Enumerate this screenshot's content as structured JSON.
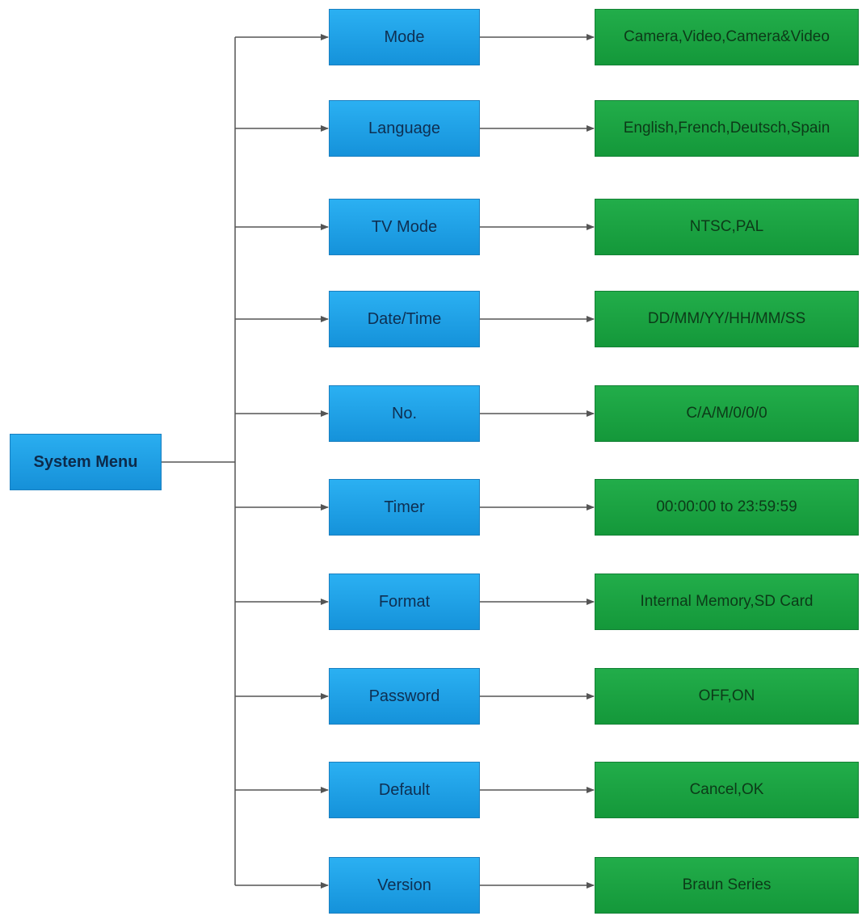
{
  "root": {
    "label": "System Menu"
  },
  "items": [
    {
      "label": "Mode",
      "value": "Camera,Video,Camera&Video"
    },
    {
      "label": "Language",
      "value": "English,French,Deutsch,Spain"
    },
    {
      "label": "TV Mode",
      "value": "NTSC,PAL"
    },
    {
      "label": "Date/Time",
      "value": "DD/MM/YY/HH/MM/SS"
    },
    {
      "label": "No.",
      "value": "C/A/M/0/0/0"
    },
    {
      "label": "Timer",
      "value": "00:00:00 to 23:59:59"
    },
    {
      "label": "Format",
      "value": "Internal Memory,SD Card"
    },
    {
      "label": "Password",
      "value": "OFF,ON"
    },
    {
      "label": "Default",
      "value": "Cancel,OK"
    },
    {
      "label": "Version",
      "value": "Braun Series"
    }
  ],
  "colors": {
    "menu_box": "#1a9fe4",
    "value_box": "#1ca243",
    "connector": "#555555"
  }
}
